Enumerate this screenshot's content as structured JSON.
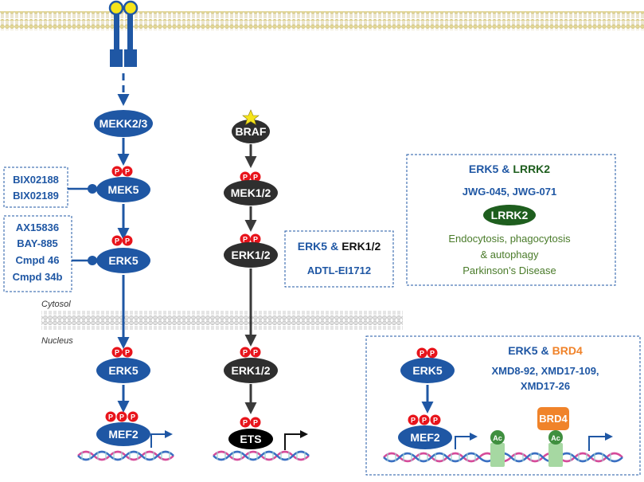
{
  "compartments": {
    "cytosol": "Cytosol",
    "nucleus": "Nucleus"
  },
  "erk5_pathway": {
    "mekk": "MEKK2/3",
    "mek5": "MEK5",
    "erk5_cyto": "ERK5",
    "erk5_nuc": "ERK5",
    "mef2": "MEF2"
  },
  "erk12_pathway": {
    "braf": "BRAF",
    "mek12": "MEK1/2",
    "erk12_cyto": "ERK1/2",
    "erk12_nuc": "ERK1/2",
    "ets": "ETS"
  },
  "phospho_label": "P",
  "acetyl_label": "Ac",
  "mek5_inhibitors": [
    "BIX02188",
    "BIX02189"
  ],
  "erk5_inhibitors": [
    "AX15836",
    "BAY-885",
    "Cmpd 46",
    "Cmpd 34b"
  ],
  "dual_erk": {
    "title_a": "ERK5",
    "title_amp": "&",
    "title_b": "ERK1/2",
    "compound": "ADTL-EI1712"
  },
  "dual_lrrk2": {
    "title_a": "ERK5",
    "title_amp": "&",
    "title_b": "LRRK2",
    "compounds": "JWG-045, JWG-071",
    "node": "LRRK2",
    "effects": [
      "Endocytosis, phagocytosis",
      "& autophagy",
      "Parkinson’s Disease"
    ]
  },
  "dual_brd4": {
    "title_a": "ERK5",
    "title_amp": "&",
    "title_b": "BRD4",
    "compounds": [
      "XMD8-92, XMD17-109,",
      "XMD17-26"
    ],
    "erk5": "ERK5",
    "mef2": "MEF2",
    "brd4": "BRD4"
  },
  "colors": {
    "erk5_blue": "#1f57a4",
    "dark_node": "#2f2f2f",
    "phospho_red": "#e8141b",
    "lrrk2_green": "#1e5e1e",
    "effect_green": "#4a7b2a",
    "brd4_orange": "#f0832a",
    "acetyl_green": "#3f8f3f",
    "membrane": "#d8c878",
    "ligand_yellow": "#f5e41a"
  }
}
